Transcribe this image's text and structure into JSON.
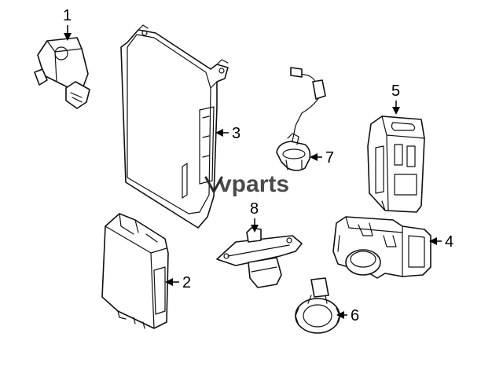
{
  "callouts": [
    {
      "id": 1,
      "label": "1"
    },
    {
      "id": 2,
      "label": "2"
    },
    {
      "id": 3,
      "label": "3"
    },
    {
      "id": 4,
      "label": "4"
    },
    {
      "id": 5,
      "label": "5"
    },
    {
      "id": 6,
      "label": "6"
    },
    {
      "id": 7,
      "label": "7"
    },
    {
      "id": 8,
      "label": "8"
    }
  ],
  "watermark": "vparts",
  "colors": {
    "line": "#111111",
    "background": "#ffffff"
  }
}
